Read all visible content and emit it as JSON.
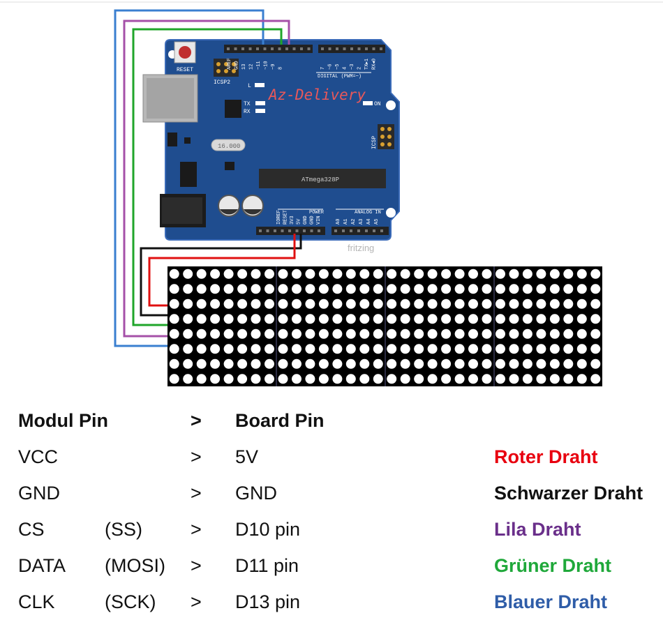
{
  "board": {
    "brand": "Az-Delivery",
    "chip": "ATmega328P",
    "crystal": "16.000",
    "reset_label": "RESET",
    "icsp2_label": "ICSP2",
    "icsp_label": "ICSP",
    "l_label": "L",
    "tx_label": "TX",
    "rx_label": "RX",
    "on_label": "ON",
    "digital_label": "DIGITAL (PWM=~)",
    "power_label": "POWER",
    "analog_label": "ANALOG IN",
    "top_pins": [
      "AREF",
      "GND",
      "13",
      "12",
      "~11",
      "~10",
      "~9",
      "8",
      "7",
      "~6",
      "~5",
      "4",
      "~3",
      "2",
      "TX▸1",
      "RX◂0"
    ],
    "power_pins": [
      "IOREF",
      "RESET",
      "3V3",
      "5V",
      "GND",
      "GND",
      "VIN"
    ],
    "analog_pins": [
      "A0",
      "A1",
      "A2",
      "A3",
      "A4",
      "A5"
    ],
    "watermark": "fritzing"
  },
  "matrix": {
    "modules": 4,
    "rows": 8,
    "cols_per_module": 8
  },
  "wire_colors": {
    "red": "#e01010",
    "black": "#111111",
    "purple": "#a550a8",
    "green": "#1fa52a",
    "blue": "#3a7fd0"
  },
  "table": {
    "header": {
      "module_pin": "Modul Pin",
      "arrow": ">",
      "board_pin": "Board Pin"
    },
    "rows": [
      {
        "module_pin": "VCC",
        "alias": "",
        "arrow": ">",
        "board_pin": "5V",
        "wire": "Roter Draht",
        "wire_color": "#e8000f"
      },
      {
        "module_pin": "GND",
        "alias": "",
        "arrow": ">",
        "board_pin": "GND",
        "wire": "Schwarzer Draht",
        "wire_color": "#111111"
      },
      {
        "module_pin": "CS",
        "alias": "(SS)",
        "arrow": ">",
        "board_pin": "D10 pin",
        "wire": "Lila Draht",
        "wire_color": "#6a2f8a"
      },
      {
        "module_pin": "DATA",
        "alias": "(MOSI)",
        "arrow": ">",
        "board_pin": "D11 pin",
        "wire": "Grüner Draht",
        "wire_color": "#1fa83a"
      },
      {
        "module_pin": "CLK",
        "alias": "(SCK)",
        "arrow": ">",
        "board_pin": "D13 pin",
        "wire": "Blauer Draht",
        "wire_color": "#2f5da8"
      }
    ]
  }
}
